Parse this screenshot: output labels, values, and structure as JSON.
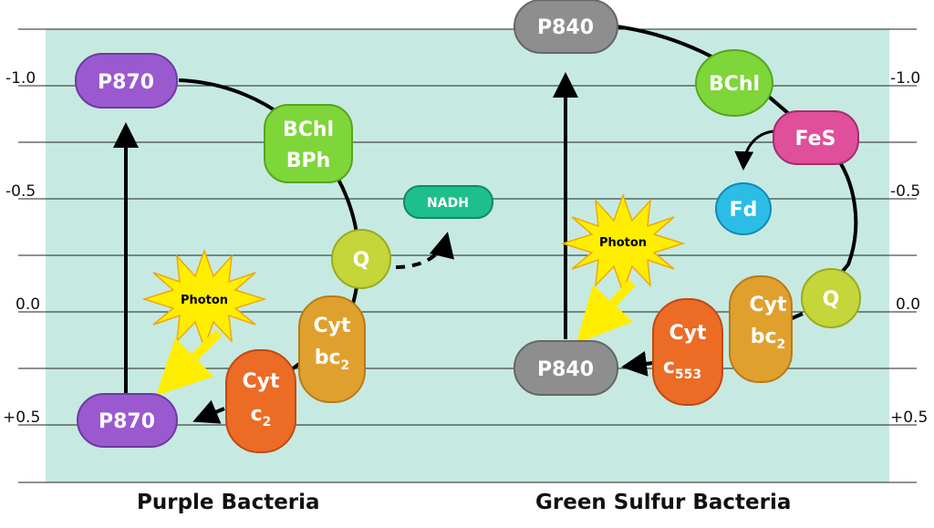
{
  "y_axis": {
    "left_labels": [
      "-1.0",
      "-0.5",
      "0.0",
      "+0.5"
    ],
    "right_labels": [
      "-1.0",
      "-0.5",
      "0.0",
      "+0.5"
    ]
  },
  "captions": {
    "left": "Purple Bacteria",
    "right": "Green Sulfur Bacteria"
  },
  "purple": {
    "p870_top": "P870",
    "p870_bottom": "P870",
    "bchl_line1": "BChl",
    "bchl_line2": "BPh",
    "q": "Q",
    "nadh": "NADH",
    "cytbc2_line1": "Cyt",
    "cytbc2_base": "bc",
    "cytbc2_sub": "2",
    "cytc2_line1": "Cyt",
    "cytc2_base": "c",
    "cytc2_sub": "2",
    "photon": "Photon"
  },
  "green": {
    "p840_top": "P840",
    "p840_bottom": "P840",
    "bchl": "BChl",
    "fes": "FeS",
    "fd": "Fd",
    "q": "Q",
    "cytbc2_line1": "Cyt",
    "cytbc2_base": "bc",
    "cytbc2_sub": "2",
    "cytc553_line1": "Cyt",
    "cytc553_base": "c",
    "cytc553_sub": "553",
    "photon": "Photon"
  },
  "colors": {
    "background": "#c6eae2",
    "p870": "#9b59d0",
    "p840": "#8e8e8e",
    "bchl": "#7ed63a",
    "fes": "#df4f9b",
    "fd": "#2bbde6",
    "q": "#c4d63a",
    "cyt_bc2": "#e0a02e",
    "cyt_c": "#ec6b25",
    "nadh": "#1fbf8c",
    "photon": "#ffee00"
  }
}
